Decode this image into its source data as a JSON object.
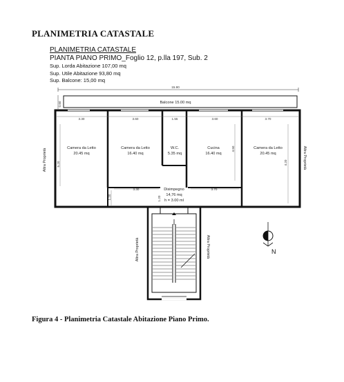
{
  "document": {
    "title": "PLANIMETRIA CATASTALE",
    "header": {
      "line1": "PLANIMETRIA CATASTALE",
      "line2": "PIANTA PIANO PRIMO_Foglio 12, p.lla 197, Sub. 2",
      "line3": "Sup. Lorda Abitazione 107,00 mq",
      "line4": "Sup. Utile Abitazione 93,80 mq",
      "line5": "Sup. Balcone: 15,00 mq"
    },
    "caption": "Figura 4 - Planimetria Catastale Abitazione Piano Primo."
  },
  "plan": {
    "total_width_dim": "15.90",
    "balcony_depth_dim": "0.60",
    "balcony": "Balcone 15.00 mq",
    "rooms": [
      {
        "name": "Camera da Letto",
        "area": "20.45 mq",
        "width_dim": "3.30"
      },
      {
        "name": "Camera da Letto",
        "area": "16.40 mq",
        "width_dim": "3.60"
      },
      {
        "name": "W.C.",
        "area": "5.35 mq",
        "width_dim": "1.55"
      },
      {
        "name": "Cucina",
        "area": "16.40 mq",
        "width_dim": "3.60"
      },
      {
        "name": "Camera da Letto",
        "area": "20.45 mq",
        "width_dim": "3.70"
      }
    ],
    "hallway": {
      "name": "Disimpegno",
      "area": "14,76 mq",
      "height": "h = 3.00 ml"
    },
    "hall_dims": {
      "left": "3.30",
      "right": "3.70"
    },
    "side_dims": {
      "left_depth": "5.20",
      "right_depth": "4.20",
      "room_depth": "4.50",
      "small": "1.20"
    },
    "labels": {
      "altra_proprieta_left": "Altra Proprietà",
      "altra_proprieta_right": "Altra Proprietà",
      "altra_proprieta_stair_left": "Altra Proprietà",
      "altra_proprieta_stair_right": "Altra Proprietà"
    },
    "north": "N"
  }
}
